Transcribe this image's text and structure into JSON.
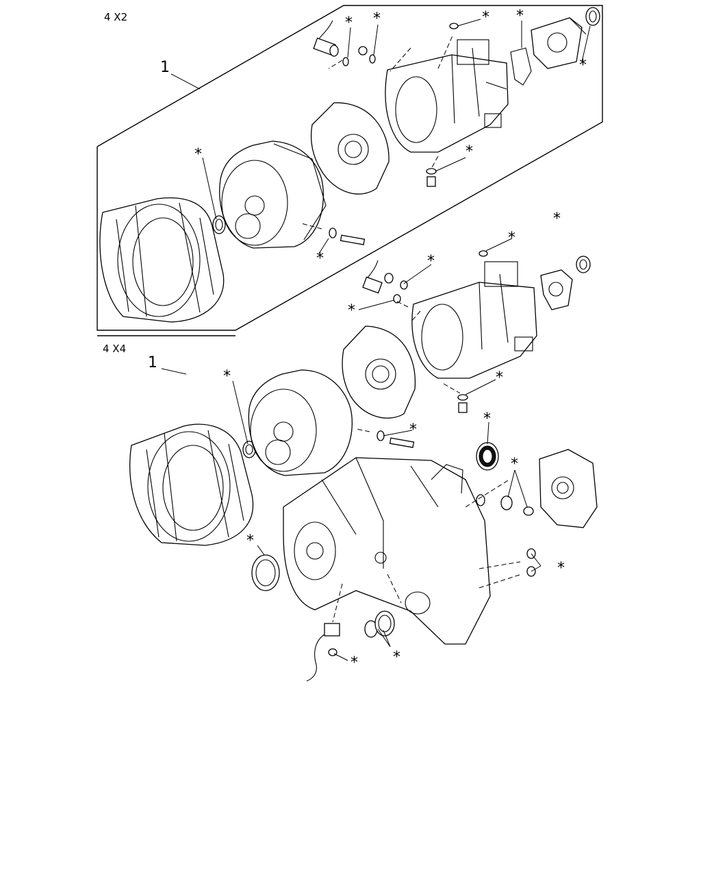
{
  "variants": {
    "top": {
      "label": "4 X2",
      "callout": "1"
    },
    "bottom": {
      "label": "4 X4",
      "callout": "1"
    }
  },
  "marker_symbol": "*"
}
